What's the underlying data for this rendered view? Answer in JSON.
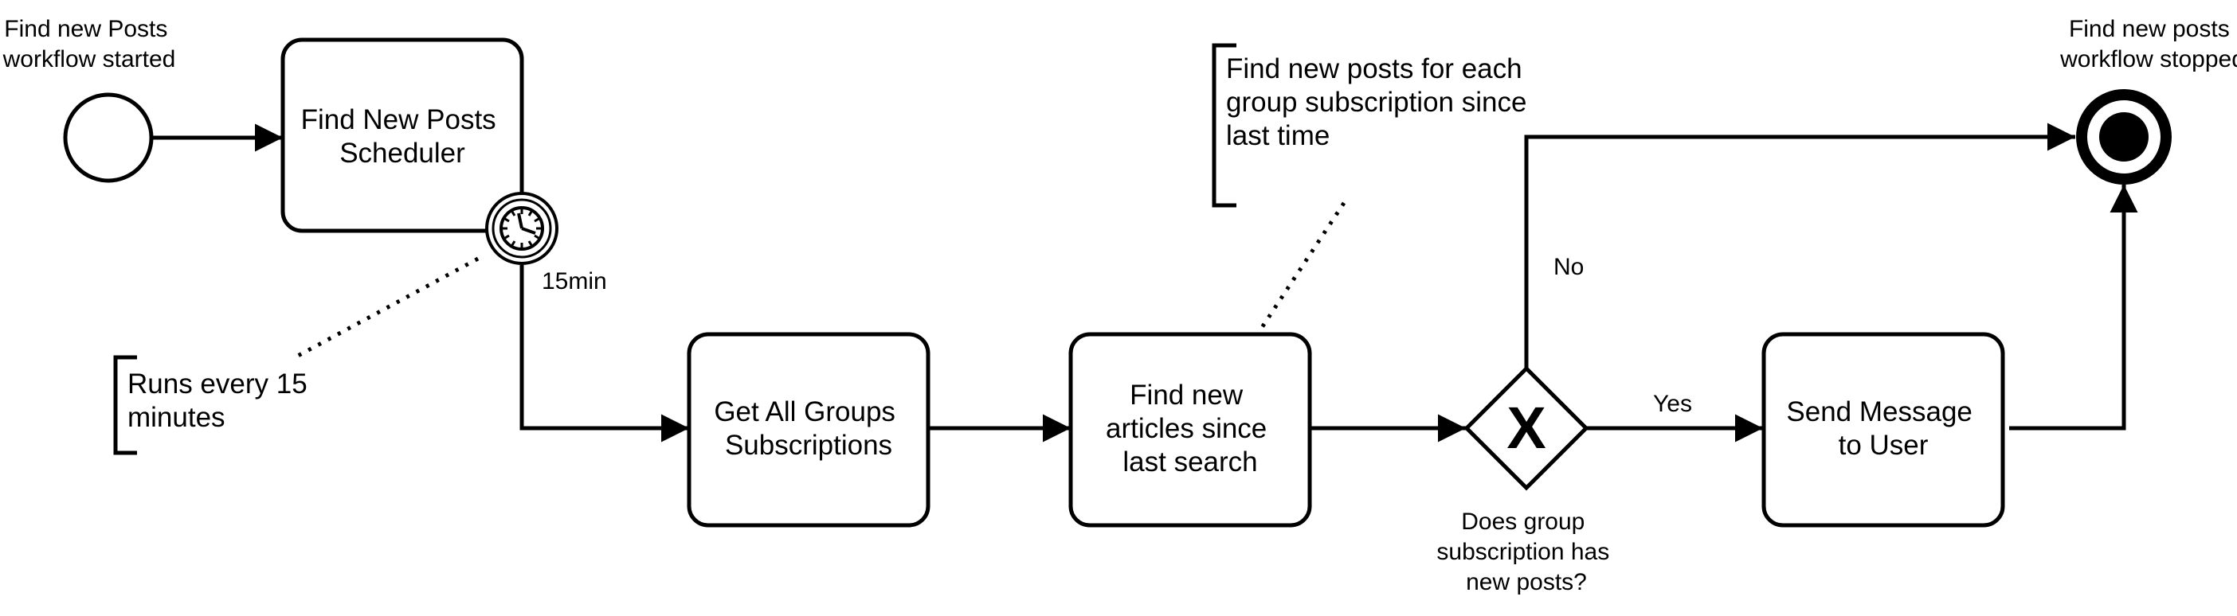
{
  "start_event": {
    "label": [
      "Find new Posts",
      "workflow started"
    ]
  },
  "end_event": {
    "label": [
      "Find new posts",
      "workflow stopped"
    ]
  },
  "tasks": {
    "scheduler": [
      "Find New Posts",
      "Scheduler"
    ],
    "get_subscriptions": [
      "Get All Groups",
      "Subscriptions"
    ],
    "find_articles": [
      "Find new",
      "articles since",
      "last search"
    ],
    "send_message": [
      "Send Message",
      "to User"
    ]
  },
  "timer": {
    "label": "15min"
  },
  "gateway": {
    "marker": "X",
    "label": [
      "Does group",
      "subscription has",
      "new posts?"
    ]
  },
  "flows": {
    "no": "No",
    "yes": "Yes"
  },
  "annotations": {
    "runs_every": [
      "Runs every 15",
      "minutes"
    ],
    "find_posts_note": [
      "Find new posts for each",
      "group subscription since",
      "last time"
    ]
  },
  "colors": {
    "stroke": "#000000",
    "background": "#ffffff"
  }
}
